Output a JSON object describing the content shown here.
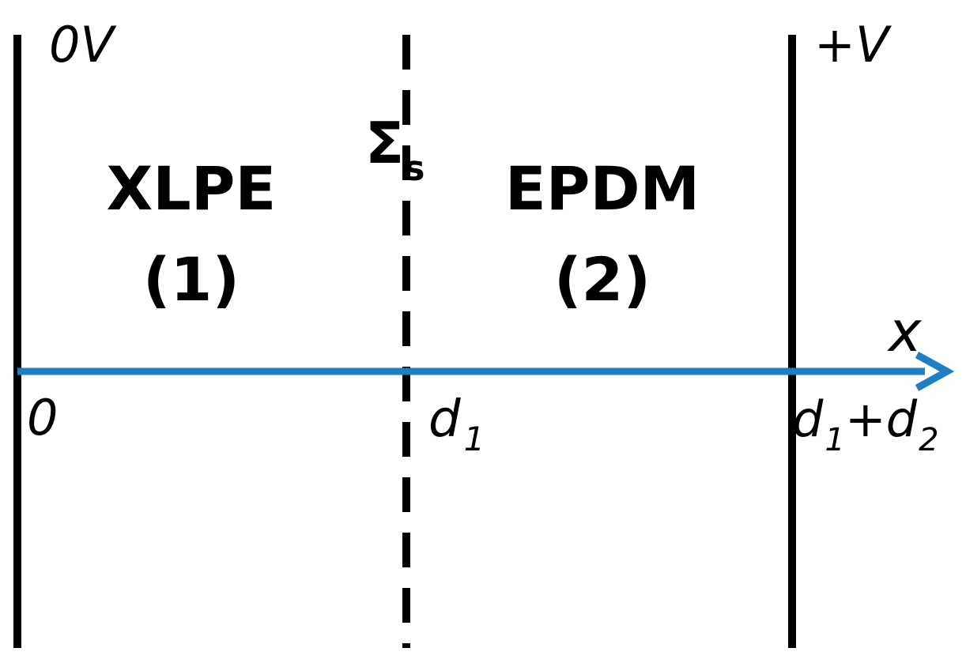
{
  "electrodes": {
    "left_potential": "0V",
    "right_potential": "+V"
  },
  "interface": {
    "symbol": "Σ",
    "subscript": "s"
  },
  "regions": [
    {
      "material": "XLPE",
      "index": "(1)"
    },
    {
      "material": "EPDM",
      "index": "(2)"
    }
  ],
  "axis": {
    "label": "x",
    "color": "#1f7fc4",
    "origin_label": "0",
    "d1_label": {
      "base": "d",
      "sub": "1"
    },
    "d1d2_label": {
      "base1": "d",
      "sub1": "1",
      "plus": "+",
      "base2": "d",
      "sub2": "2"
    }
  },
  "colors": {
    "line": "#000000",
    "axis": "#1f7fc4"
  }
}
